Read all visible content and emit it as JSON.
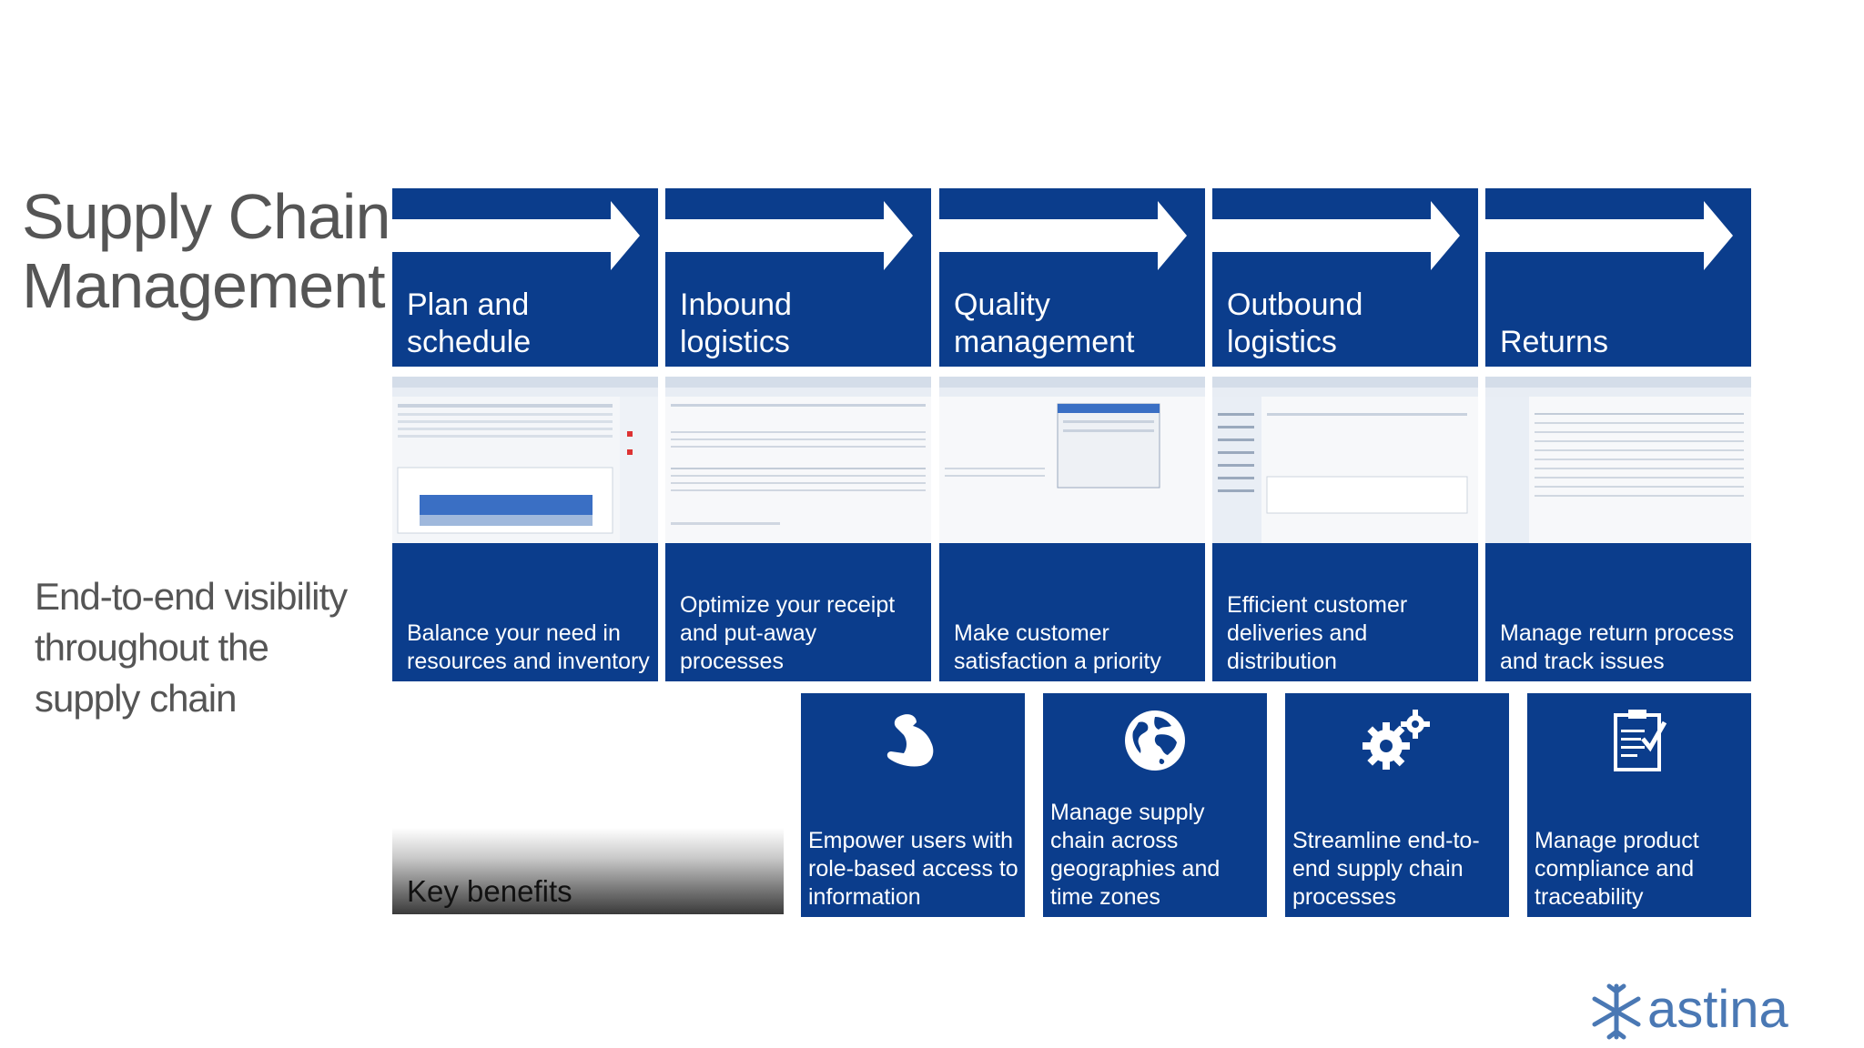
{
  "title": [
    "Supply Chain",
    "Management"
  ],
  "subtitle": [
    "End-to-end visibility",
    "throughout the",
    "supply chain"
  ],
  "stages": [
    {
      "title": [
        "Plan and",
        "schedule"
      ],
      "description": "Balance your need in resources and inventory"
    },
    {
      "title": [
        "Inbound",
        "logistics"
      ],
      "description": "Optimize your receipt and put-away processes"
    },
    {
      "title": [
        "Quality",
        "management"
      ],
      "description": "Make customer satisfaction a priority"
    },
    {
      "title": [
        "Outbound",
        "logistics"
      ],
      "description": "Efficient customer deliveries and distribution"
    },
    {
      "title": [
        "",
        "Returns"
      ],
      "description": "Manage return process and track issues"
    }
  ],
  "key_benefits_label": "Key benefits",
  "benefits": [
    {
      "icon": "flexed-arm-icon",
      "text": "Empower users with role-based access to information"
    },
    {
      "icon": "globe-icon",
      "text": "Manage supply chain across geographies and time zones"
    },
    {
      "icon": "gears-icon",
      "text": "Streamline end-to-end supply chain processes"
    },
    {
      "icon": "clipboard-check-icon",
      "text": "Manage product compliance and traceability"
    }
  ],
  "logo_text": "astina",
  "colors": {
    "tile_blue": "#0b3d8c",
    "logo_blue": "#4a78b4",
    "title_gray": "#555555"
  }
}
